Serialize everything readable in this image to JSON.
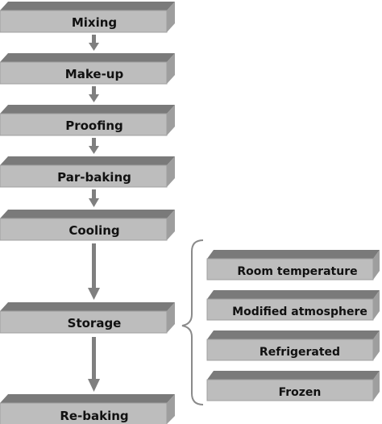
{
  "steps": [
    "Mixing",
    "Make-up",
    "Proofing",
    "Par-baking",
    "Cooling",
    "Storage",
    "Re-baking"
  ],
  "storage_options": [
    "Room temperature",
    "Modified atmosphere",
    "Refrigerated",
    "Frozen"
  ],
  "colors": {
    "box_front": "#bdbdbd",
    "box_top": "#7a7a7a",
    "box_side": "#9e9e9e",
    "arrow": "#7f7f7f",
    "brace": "#8a8a8a",
    "text": "#111111"
  }
}
